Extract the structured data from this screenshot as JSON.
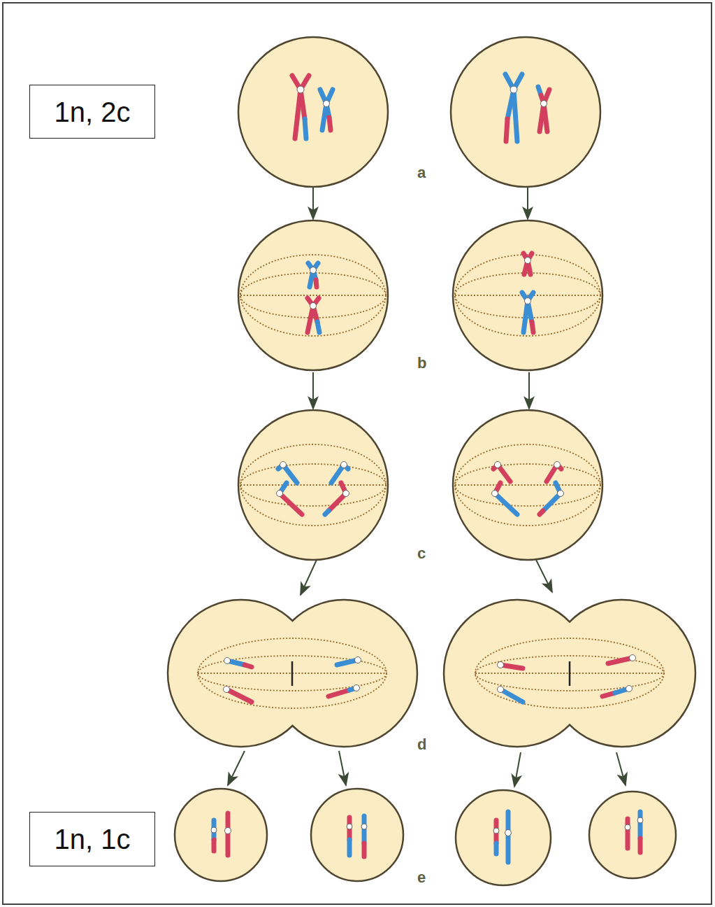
{
  "diagram": {
    "nodes": [
      {
        "text": [
          "1n, 2c"
        ]
      },
      {
        "text": [
          "1n, 1c"
        ]
      }
    ],
    "labels": [
      "a",
      "b",
      "c",
      "d",
      "e"
    ]
  }
}
